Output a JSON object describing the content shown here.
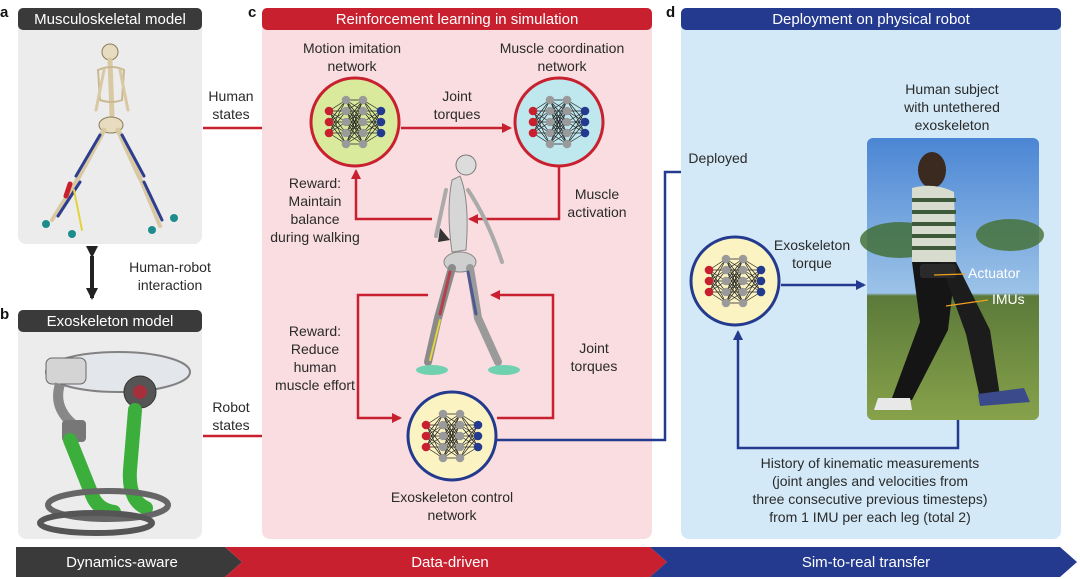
{
  "panels": {
    "a": {
      "letter": "a",
      "title": "Musculoskeletal model"
    },
    "b": {
      "letter": "b",
      "title": "Exoskeleton model"
    },
    "c": {
      "letter": "c",
      "title": "Reinforcement learning in simulation"
    },
    "d": {
      "letter": "d",
      "title": "Deployment on physical robot"
    }
  },
  "labels": {
    "human_states": [
      "Human",
      "states"
    ],
    "robot_states": [
      "Robot",
      "states"
    ],
    "hri": [
      "Human-robot",
      "interaction"
    ],
    "motion_net": [
      "Motion imitation",
      "network"
    ],
    "muscle_net": [
      "Muscle coordination",
      "network"
    ],
    "joint_torques_top": [
      "Joint",
      "torques"
    ],
    "reward_balance": [
      "Reward:",
      "Maintain",
      "balance",
      "during walking"
    ],
    "muscle_activation": [
      "Muscle",
      "activation"
    ],
    "reward_effort": [
      "Reward:",
      "Reduce",
      "human",
      "muscle effort"
    ],
    "joint_torques_bottom": [
      "Joint",
      "torques"
    ],
    "exo_net": [
      "Exoskeleton control",
      "network"
    ],
    "deployed": "Deployed",
    "exo_torque": [
      "Exoskeleton",
      "torque"
    ],
    "subject": [
      "Human subject",
      "with untethered",
      "exoskeleton"
    ],
    "actuator": "Actuator",
    "imus": "IMUs",
    "history": [
      "History of kinematic measurements",
      "(joint angles and velocities from",
      "three consecutive previous timesteps)",
      "from 1 IMU per each leg (total 2)"
    ]
  },
  "stages": [
    "Dynamics-aware",
    "Data-driven",
    "Sim-to-real transfer"
  ],
  "colors": {
    "red": "#c8202f",
    "blue": "#233a8f",
    "dark": "#3a3a3a",
    "pink_bg": "#f9dde0",
    "blue_bg": "#d3e9f7",
    "gray_bg": "#ececec",
    "net_green": "#d9ea9c",
    "net_cyan": "#bfe7ee",
    "net_yellow": "#fbf3c2"
  }
}
